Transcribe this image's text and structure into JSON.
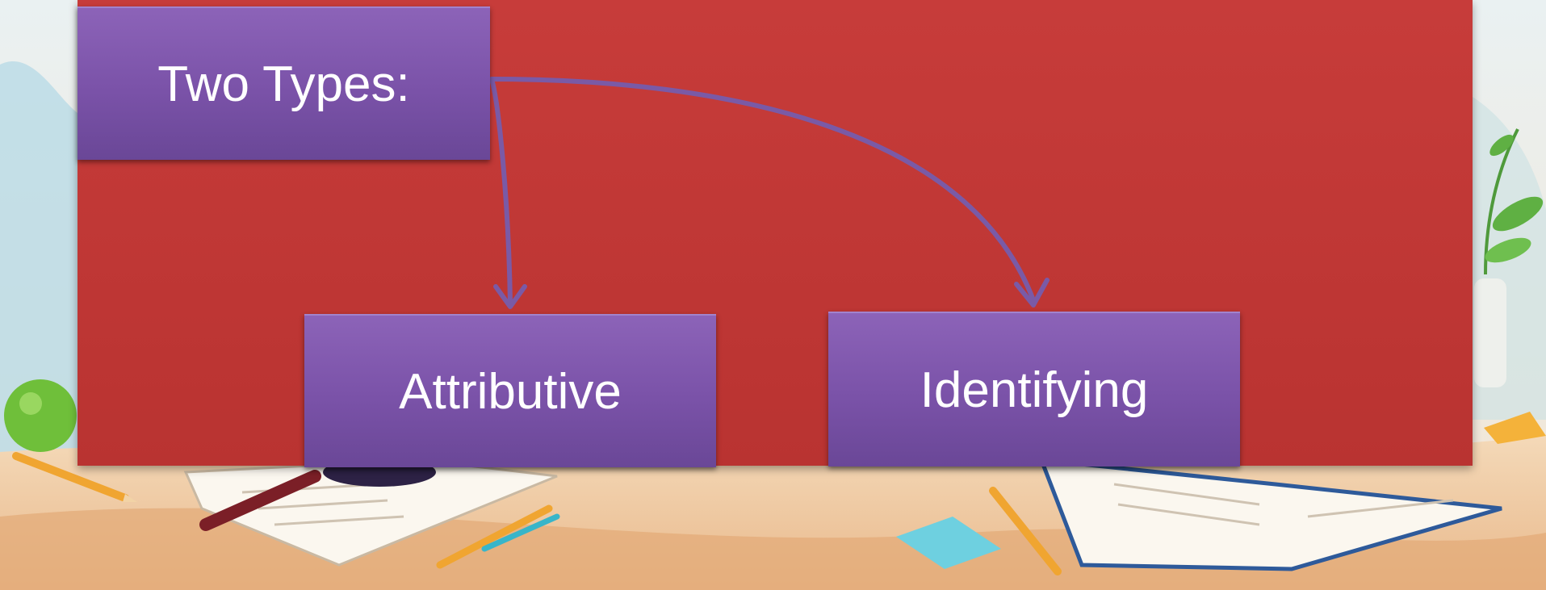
{
  "diagram": {
    "root": {
      "label": "Two Types:"
    },
    "children": [
      {
        "label": "Attributive"
      },
      {
        "label": "Identifying"
      }
    ]
  },
  "colors": {
    "panel": "#c0393a",
    "box": "#7d57ab",
    "connector": "#7a5aa6",
    "text": "#ffffff"
  },
  "background": {
    "icons": [
      "apple-icon",
      "pencil-icon",
      "open-book-icon",
      "plant-icon",
      "paper-note-icon"
    ]
  }
}
